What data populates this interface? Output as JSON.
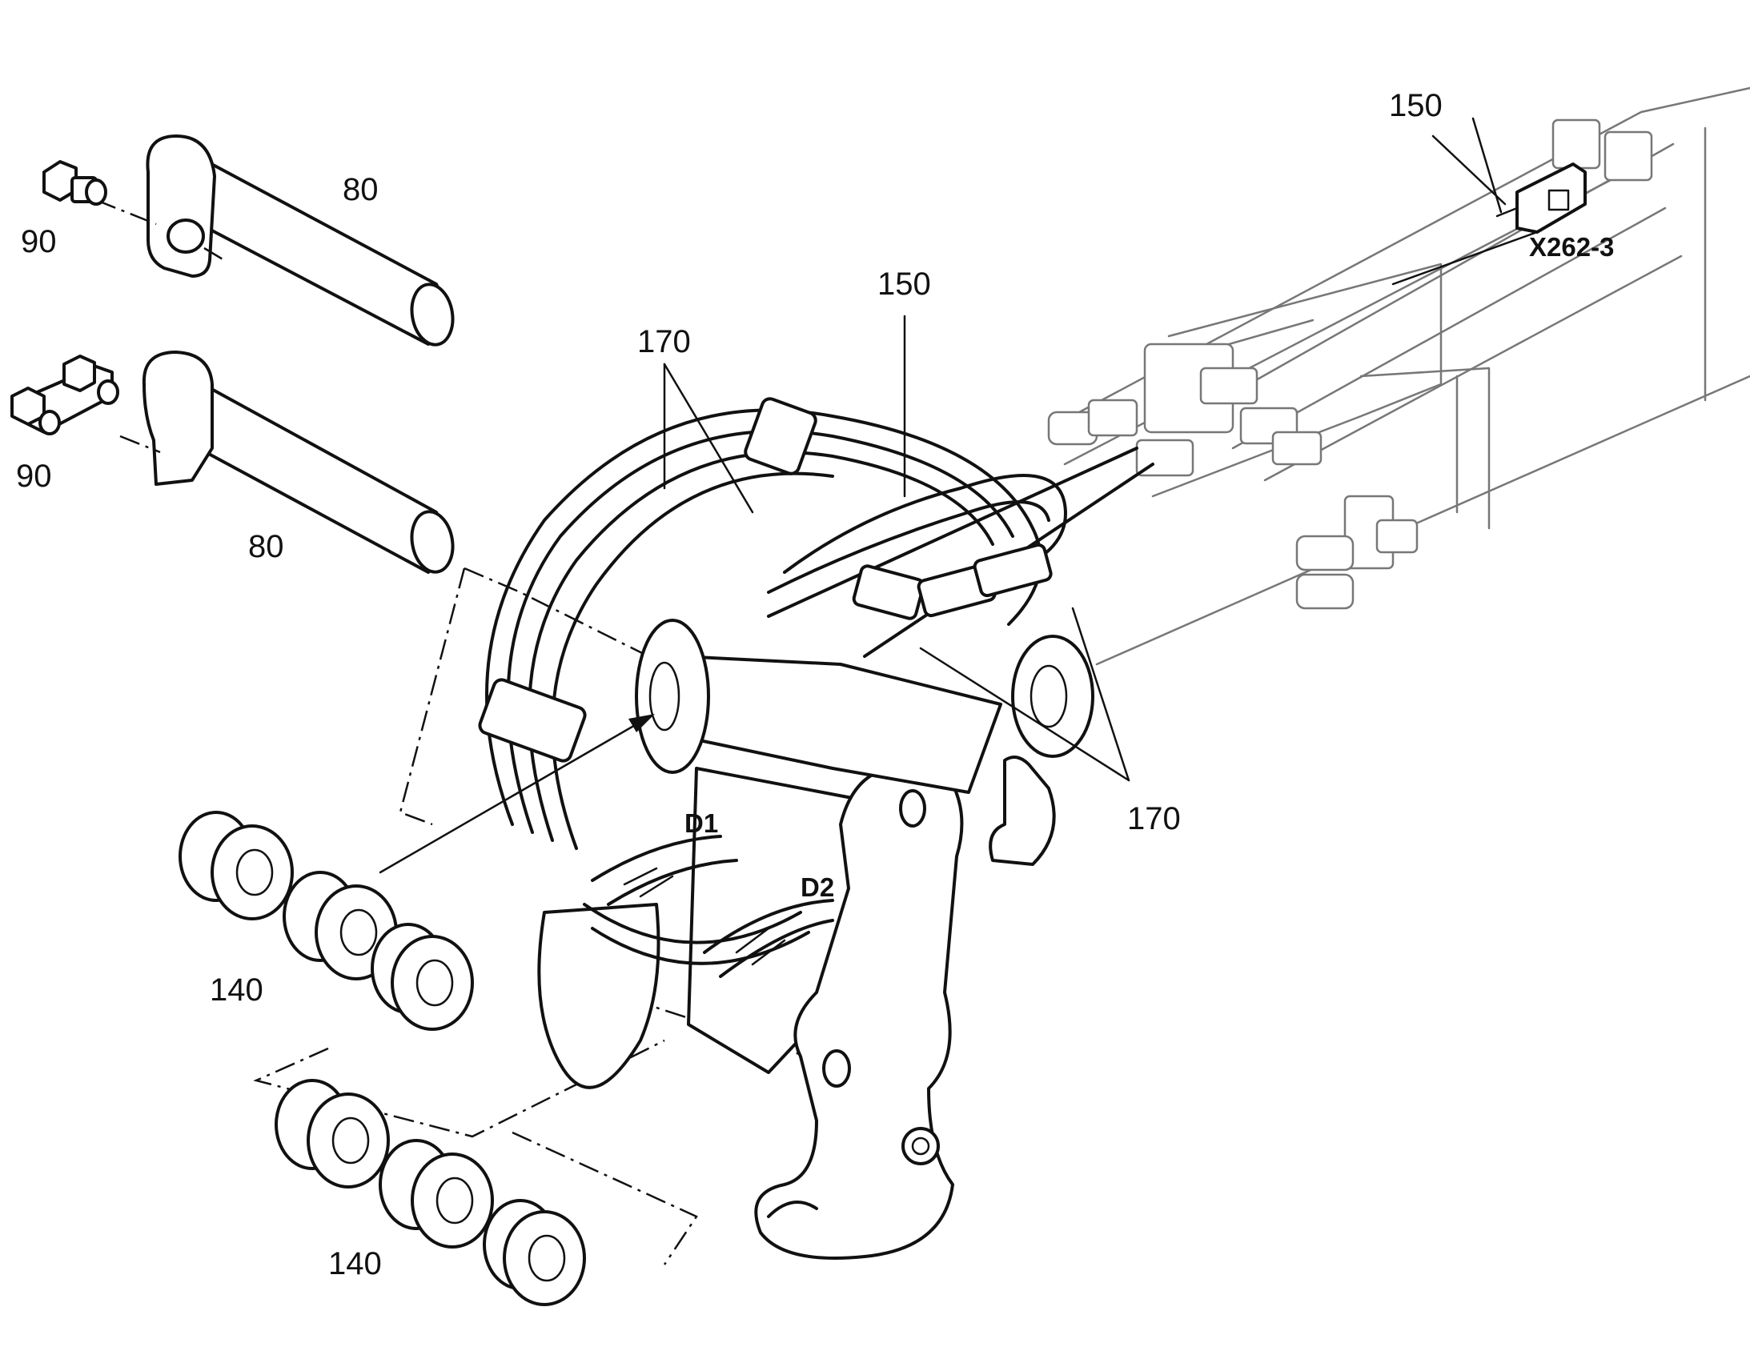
{
  "labels": {
    "pin_bolt_top": "90",
    "pin_bolt_bottom": "90",
    "pin_top": "80",
    "pin_bottom": "80",
    "hose_upper_left": "170",
    "hose_lower_right": "170",
    "cable_mid": "150",
    "cable_top": "150",
    "connector": "X262-3",
    "washers_upper": "140",
    "washers_lower": "140",
    "port_1": "D1",
    "port_2": "D2"
  }
}
